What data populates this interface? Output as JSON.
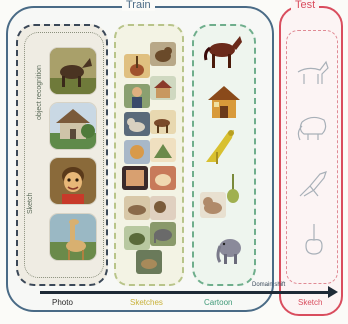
{
  "panels": {
    "train_title": "Train",
    "test_title": "Test"
  },
  "side_labels": {
    "left": "Sketch",
    "mid": "object recognition"
  },
  "axis": {
    "labels": [
      "Photo",
      "Sketches",
      "Cartoon",
      "Sketch"
    ],
    "top_label": "Domain shift",
    "colors": {
      "photo": "#2a2a2a",
      "painting": "#c9b23a",
      "cartoon": "#3f9a78",
      "test": "#d94d5e"
    }
  },
  "icons": {
    "photo_column": [
      "horse-photo",
      "house-photo",
      "person-photo",
      "giraffe-photo"
    ],
    "painting_column": [
      "guitar-painting",
      "dog-painting",
      "person-painting",
      "house-painting",
      "dog-painting-2",
      "horse-painting",
      "elephant-painting"
    ],
    "cartoon_column": [
      "horse-cartoon",
      "house-cartoon",
      "giraffe-cartoon",
      "guitar-cartoon",
      "dog-cartoon",
      "elephant-cartoon"
    ],
    "test_column": [
      "horse-sketch",
      "elephant-sketch",
      "giraffe-sketch",
      "guitar-sketch"
    ]
  }
}
